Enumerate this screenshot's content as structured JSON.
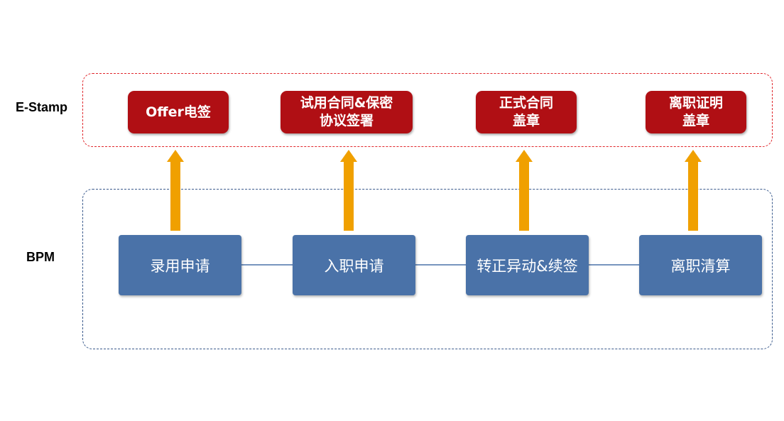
{
  "labels": {
    "estamp": "E-Stamp",
    "bpm": "BPM"
  },
  "stamps": [
    {
      "line1": "Offer电签",
      "line2": ""
    },
    {
      "line1": "试用合同&保密",
      "line2": "协议签署"
    },
    {
      "line1": "正式合同",
      "line2": "盖章"
    },
    {
      "line1": "离职证明",
      "line2": "盖章"
    }
  ],
  "processes": [
    "录用申请",
    "入职申请",
    "转正异动&续签",
    "离职清算"
  ],
  "colors": {
    "stamp_fill": "#b00f14",
    "process_fill": "#4a72a8",
    "arrow": "#f0a000",
    "estamp_border": "#e0262b",
    "bpm_border": "#3a5a8c"
  }
}
